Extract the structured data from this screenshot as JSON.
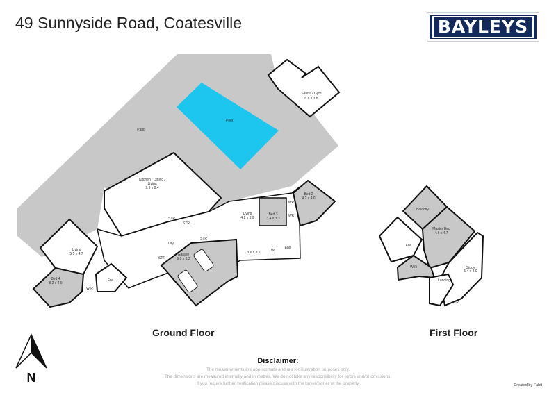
{
  "title": "49 Sunnyside Road, Coatesville",
  "logo": {
    "text": "BAYLEYS",
    "color": "#13295a"
  },
  "colors": {
    "pool": "#1cc6ef",
    "patio": "#c8c8c8",
    "room_shaded": "#c8c8c8",
    "wall": "#111111"
  },
  "ground_floor": {
    "label": "Ground Floor",
    "rooms": {
      "patio": "Patio",
      "pool": "Pool",
      "sauna": "Sauna / Gym",
      "sauna_dim": "6.8 x 3.8",
      "kitchen": "Kitchen / Dining /",
      "kitchen2": "Living",
      "kitchen_dim": "9.9 x 8.4",
      "living1": "Living",
      "living1_dim": "5.5 x 4.7",
      "bed4": "Bed 4",
      "bed4_dim": "8.2 x 4.0",
      "wir": "WIR",
      "ens1": "Ens",
      "str1": "STR",
      "str2": "STR",
      "str3": "STR",
      "str4": "STR",
      "dry": "Dry",
      "garage": "Garage",
      "garage_dim": "9.0 x 6.3",
      "living2": "Living",
      "living2_dim": "4.2 x 3.9",
      "room_dim": "3.6 x 3.2",
      "bed3": "Bed 3",
      "bed3_dim": "3.4 x 3.3",
      "bed2": "Bed 2",
      "bed2_dim": "4.2 x 4.0",
      "wc": "WC",
      "ens2": "Ens",
      "wr1": "WR",
      "wr2": "WR"
    }
  },
  "first_floor": {
    "label": "First Floor",
    "rooms": {
      "balcony": "Balcony",
      "master": "Master Bed",
      "master_dim": "4.6 x 4.7",
      "ens": "Ens",
      "wir": "WIR",
      "landing": "Landing",
      "study": "Study",
      "study_dim": "5.4 x 4.0",
      "str": "STR"
    }
  },
  "compass": {
    "letter": "N"
  },
  "disclaimer": {
    "heading": "Disclaimer:",
    "lines": [
      "The measurements are approximate and are for illustration purposes only.",
      "The dimensions are measured internally and in metres. We do not take any responsibility for errors and/or omissions.",
      "If you require further verification please discuss with the buyer/owner of the property."
    ]
  },
  "credit": "Created by Fabit"
}
